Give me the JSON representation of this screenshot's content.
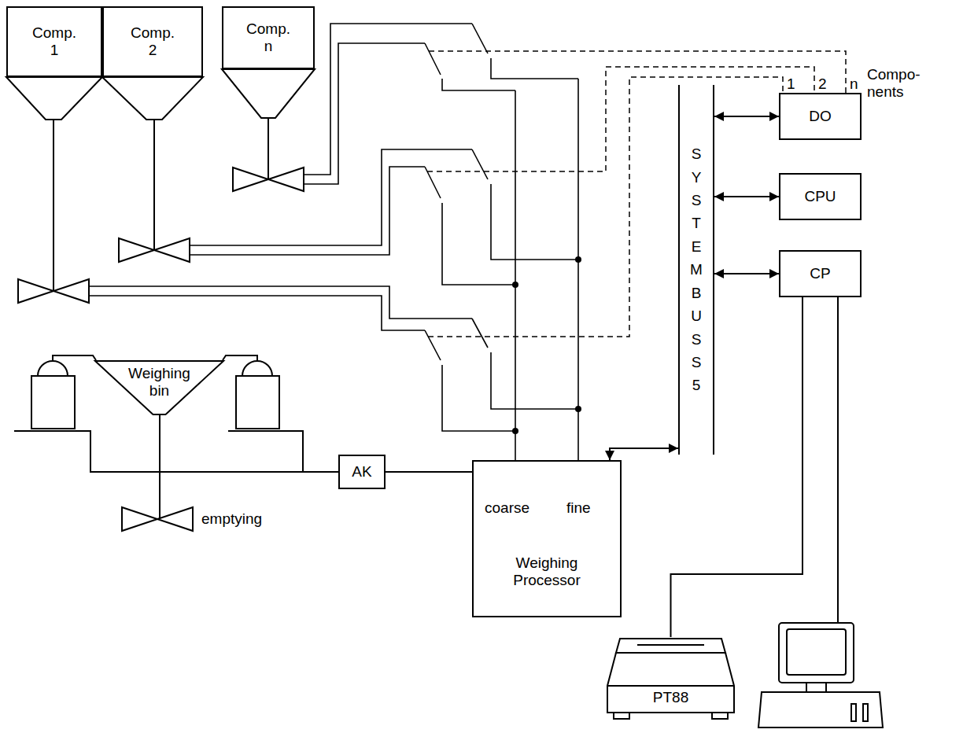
{
  "diagram": {
    "nodes": [
      {
        "text": [
          "Comp. 1"
        ]
      },
      {
        "text": [
          "Comp. 2"
        ]
      },
      {
        "text": [
          "Comp. n"
        ]
      },
      {
        "text": [
          "SYSTEM BUS S5"
        ]
      },
      {
        "text": [
          "DO"
        ]
      },
      {
        "text": [
          "CPU"
        ]
      },
      {
        "text": [
          "CP"
        ]
      },
      {
        "text": [
          "Weighing bin"
        ]
      },
      {
        "text": [
          "AK"
        ]
      },
      {
        "text": [
          "coarse",
          "fine",
          "Weighing Processor"
        ]
      },
      {
        "text": [
          "PT88"
        ]
      }
    ],
    "edges": [
      {
        "from": 3,
        "to": 4,
        "arrow": "both"
      },
      {
        "from": 3,
        "to": 5,
        "arrow": "both"
      },
      {
        "from": 3,
        "to": 6,
        "arrow": "both"
      },
      {
        "from": 3,
        "to": 9,
        "arrow": "both"
      },
      {
        "from": 8,
        "to": 9,
        "arrow": "none"
      },
      {
        "from": 6,
        "to": 10,
        "arrow": "none"
      }
    ],
    "labels": [
      "1",
      "2",
      "n",
      "Compo- nents",
      "emptying"
    ]
  }
}
